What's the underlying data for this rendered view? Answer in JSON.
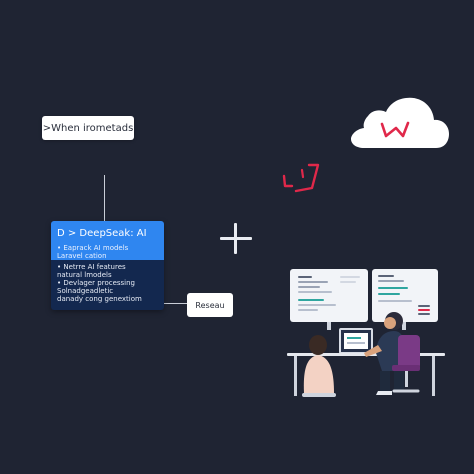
{
  "note": {
    "text": ">When irometads"
  },
  "card": {
    "title": "D > DeepSeak: AI",
    "header_lines": [
      "• Eaprack AI models",
      "  Laravel cation"
    ],
    "body_lines": [
      "• Netrre AI features",
      "  natural lmodels",
      "• Devlager processing",
      "  Solnadgeadletic",
      "  danady cong genextiom"
    ]
  },
  "network_box": {
    "label": "Reseau"
  },
  "colors": {
    "background": "#1f2433",
    "card_header": "#2f86f0",
    "card_body": "#13284f",
    "accent_red": "#e0284a",
    "chair_purple": "#7a3a86"
  },
  "icons": [
    "cloud-icon",
    "plus-icon",
    "connector-glyph",
    "people-at-desk-illustration"
  ]
}
